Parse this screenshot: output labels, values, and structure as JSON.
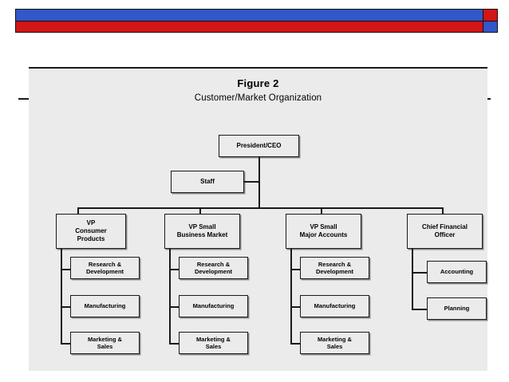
{
  "banner": {
    "blue_color": "#3257c8",
    "red_color": "#d21515",
    "border_color": "#111111"
  },
  "slide": {
    "background_color": "#ebebeb",
    "title": "Figure 2",
    "subtitle": "Customer/Market Organization"
  },
  "chart_data": {
    "type": "diagram",
    "diagram_type": "organization-chart",
    "title": "Figure 2",
    "subtitle": "Customer/Market Organization",
    "root": "President/CEO",
    "staff": "Staff",
    "nodes": [
      {
        "id": "ceo",
        "label": "President/CEO",
        "level": 0,
        "lines": [
          "President/CEO"
        ]
      },
      {
        "id": "staff",
        "label": "Staff",
        "level": 1,
        "lines": [
          "Staff"
        ],
        "attached_to": "ceo",
        "kind": "staff-sidebar"
      },
      {
        "id": "vp-consumer",
        "label": "VP Consumer Products",
        "level": 2,
        "lines": [
          "VP",
          "Consumer",
          "Products"
        ],
        "parent": "ceo"
      },
      {
        "id": "vp-small-business",
        "label": "VP Small Business Market",
        "level": 2,
        "lines": [
          "VP Small",
          "Business Market"
        ],
        "parent": "ceo"
      },
      {
        "id": "vp-major-accounts",
        "label": "VP Small Major Accounts",
        "level": 2,
        "lines": [
          "VP Small",
          "Major Accounts"
        ],
        "parent": "ceo"
      },
      {
        "id": "cfo",
        "label": "Chief Financial Officer",
        "level": 2,
        "lines": [
          "Chief Financial",
          "Officer"
        ],
        "parent": "ceo"
      }
    ],
    "columns": [
      {
        "head_id": "vp-consumer",
        "children": [
          {
            "id": "c1-rd",
            "lines": [
              "Research &",
              "Development"
            ]
          },
          {
            "id": "c1-mfg",
            "lines": [
              "Manufacturing"
            ]
          },
          {
            "id": "c1-mktg",
            "lines": [
              "Marketing &",
              "Sales"
            ]
          }
        ]
      },
      {
        "head_id": "vp-small-business",
        "children": [
          {
            "id": "c2-rd",
            "lines": [
              "Research &",
              "Development"
            ]
          },
          {
            "id": "c2-mfg",
            "lines": [
              "Manufacturing"
            ]
          },
          {
            "id": "c2-mktg",
            "lines": [
              "Marketing &",
              "Sales"
            ]
          }
        ]
      },
      {
        "head_id": "vp-major-accounts",
        "children": [
          {
            "id": "c3-rd",
            "lines": [
              "Research &",
              "Development"
            ]
          },
          {
            "id": "c3-mfg",
            "lines": [
              "Manufacturing"
            ]
          },
          {
            "id": "c3-mktg",
            "lines": [
              "Marketing &",
              "Sales"
            ]
          }
        ]
      },
      {
        "head_id": "cfo",
        "children": [
          {
            "id": "c4-acct",
            "lines": [
              "Accounting"
            ]
          },
          {
            "id": "c4-plan",
            "lines": [
              "Planning"
            ]
          }
        ]
      }
    ],
    "box_style": {
      "fill": "#ebebeb",
      "stroke": "#1a1a1a",
      "shadow": "#8a8a8a"
    }
  },
  "boxes": {
    "ceo": "President/CEO",
    "staff": "Staff",
    "vp_consumer_l1": "VP",
    "vp_consumer_l2": "Consumer",
    "vp_consumer_l3": "Products",
    "vp_small_business_l1": "VP Small",
    "vp_small_business_l2": "Business Market",
    "vp_major_accounts_l1": "VP Small",
    "vp_major_accounts_l2": "Major Accounts",
    "cfo_l1": "Chief Financial",
    "cfo_l2": "Officer",
    "research_development_l1": "Research &",
    "research_development_l2": "Development",
    "manufacturing": "Manufacturing",
    "marketing_sales_l1": "Marketing &",
    "marketing_sales_l2": "Sales",
    "accounting": "Accounting",
    "planning": "Planning"
  }
}
